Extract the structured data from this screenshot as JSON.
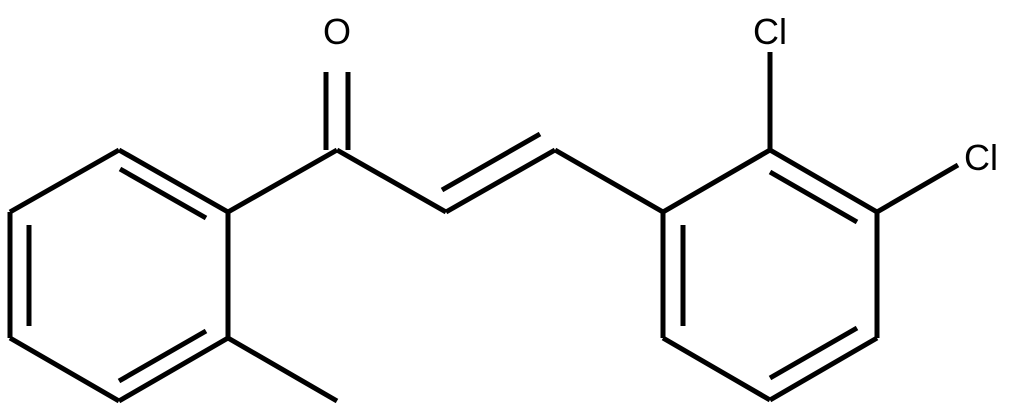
{
  "molecule": {
    "atoms": {
      "oxygen": "O",
      "chlorine_2": "Cl",
      "chlorine_3": "Cl"
    }
  }
}
